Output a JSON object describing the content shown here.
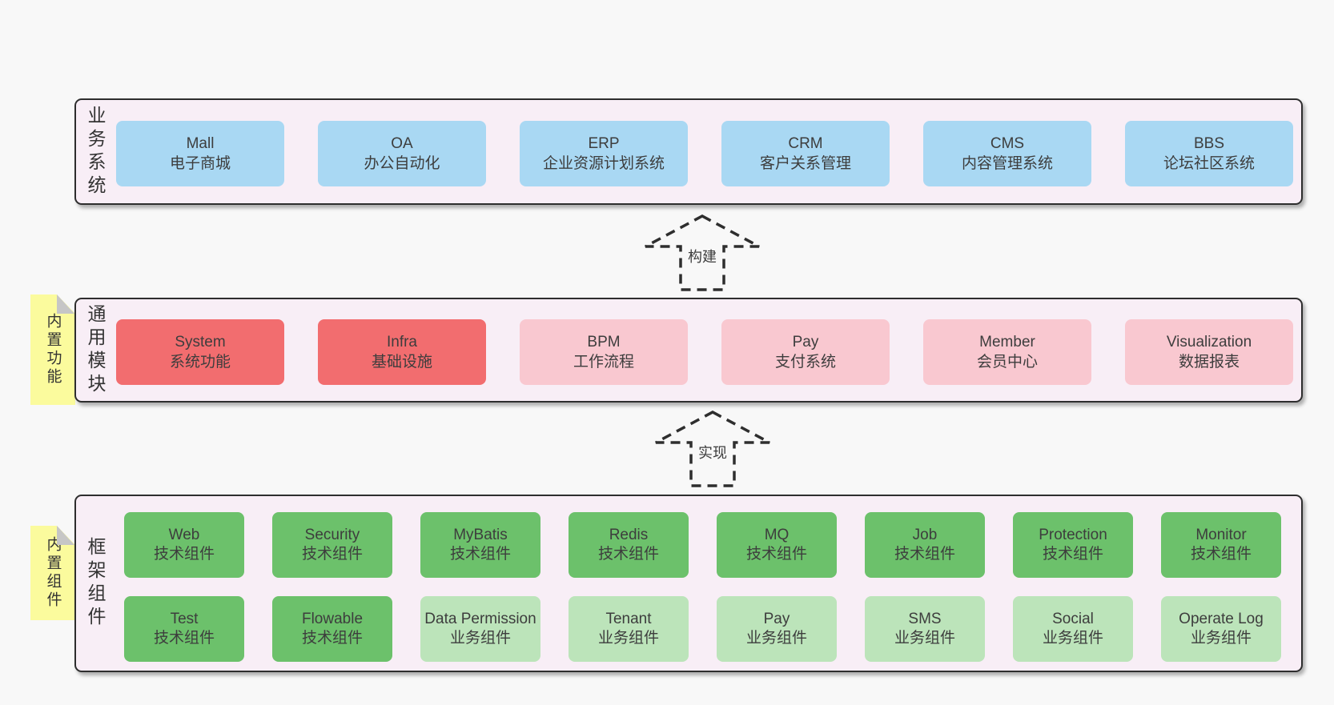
{
  "diagram": {
    "title_hint": "framework architecture layers",
    "sections": [
      {
        "label": "业务系统",
        "boxes": [
          {
            "title": "Mall",
            "subtitle": "电子商城"
          },
          {
            "title": "OA",
            "subtitle": "办公自动化"
          },
          {
            "title": "ERP",
            "subtitle": "企业资源计划系统"
          },
          {
            "title": "CRM",
            "subtitle": "客户关系管理"
          },
          {
            "title": "CMS",
            "subtitle": "内容管理系统"
          },
          {
            "title": "BBS",
            "subtitle": "论坛社区系统"
          }
        ]
      },
      {
        "label": "通用模块",
        "tab": "内置功能",
        "boxes": [
          {
            "title": "System",
            "subtitle": "系统功能"
          },
          {
            "title": "Infra",
            "subtitle": "基础设施"
          },
          {
            "title": "BPM",
            "subtitle": "工作流程"
          },
          {
            "title": "Pay",
            "subtitle": "支付系统"
          },
          {
            "title": "Member",
            "subtitle": "会员中心"
          },
          {
            "title": "Visualization",
            "subtitle": "数据报表"
          }
        ]
      },
      {
        "label": "框架组件",
        "tab": "内置组件",
        "rows": [
          [
            {
              "title": "Web",
              "subtitle": "技术组件"
            },
            {
              "title": "Security",
              "subtitle": "技术组件"
            },
            {
              "title": "MyBatis",
              "subtitle": "技术组件"
            },
            {
              "title": "Redis",
              "subtitle": "技术组件"
            },
            {
              "title": "MQ",
              "subtitle": "技术组件"
            },
            {
              "title": "Job",
              "subtitle": "技术组件"
            },
            {
              "title": "Protection",
              "subtitle": "技术组件"
            },
            {
              "title": "Monitor",
              "subtitle": "技术组件"
            }
          ],
          [
            {
              "title": "Test",
              "subtitle": "技术组件"
            },
            {
              "title": "Flowable",
              "subtitle": "技术组件"
            },
            {
              "title": "Data Permission",
              "subtitle": "业务组件"
            },
            {
              "title": "Tenant",
              "subtitle": "业务组件"
            },
            {
              "title": "Pay",
              "subtitle": "业务组件"
            },
            {
              "title": "SMS",
              "subtitle": "业务组件"
            },
            {
              "title": "Social",
              "subtitle": "业务组件"
            },
            {
              "title": "Operate Log",
              "subtitle": "业务组件"
            }
          ]
        ]
      }
    ],
    "arrows": [
      {
        "label": "构建"
      },
      {
        "label": "实现"
      }
    ],
    "palette": {
      "page_bg": "#f8f8f8",
      "panel_bg": "#f8eef6",
      "panel_border": "#2e2e2e",
      "node_blue": "#a9d8f3",
      "node_red": "#f26d6f",
      "node_pink": "#f9c8d0",
      "node_green": "#6cc16b",
      "node_light_green": "#bce4ba",
      "sticky_yellow": "#fbfb9d",
      "fold_gray": "#c6c6c6",
      "text": "#3d3d3d"
    }
  }
}
